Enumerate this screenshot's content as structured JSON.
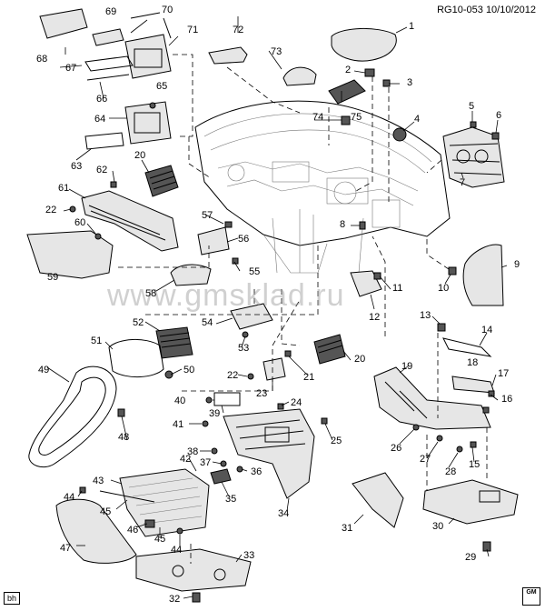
{
  "header": {
    "ref": "RG10-053",
    "date": "10/10/2012"
  },
  "watermark": "www.gmsklad.ru",
  "corner_tag": "bh",
  "brand_badge": "GM",
  "callouts": [
    "1",
    "2",
    "3",
    "4",
    "5",
    "6",
    "7",
    "8",
    "9",
    "10",
    "11",
    "12",
    "13",
    "14",
    "15",
    "16",
    "17",
    "18",
    "19",
    "20",
    "20",
    "21",
    "22",
    "22",
    "23",
    "24",
    "25",
    "26",
    "27",
    "28",
    "29",
    "30",
    "31",
    "32",
    "33",
    "34",
    "35",
    "36",
    "37",
    "38",
    "39",
    "40",
    "41",
    "42",
    "43",
    "44",
    "44",
    "45",
    "45",
    "46",
    "47",
    "48",
    "49",
    "50",
    "51",
    "52",
    "53",
    "54",
    "55",
    "56",
    "57",
    "58",
    "59",
    "60",
    "61",
    "62",
    "63",
    "64",
    "65",
    "66",
    "67",
    "68",
    "69",
    "70",
    "71",
    "72",
    "73",
    "74",
    "75"
  ]
}
